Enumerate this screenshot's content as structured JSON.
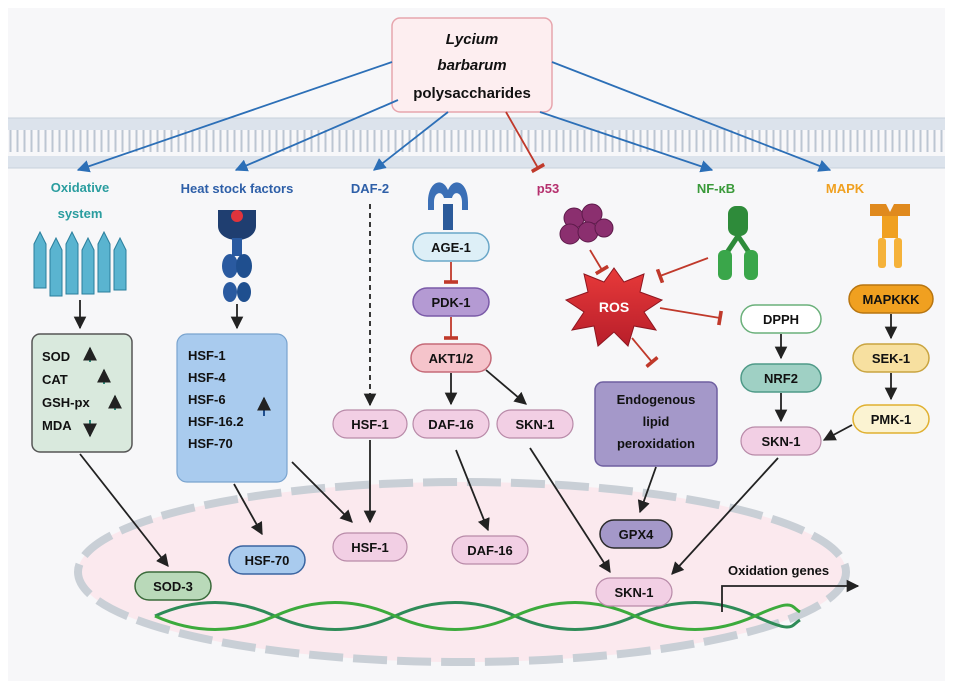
{
  "source": {
    "line1": "Lycium",
    "line2": "barbarum",
    "line3": "polysaccharides"
  },
  "pathways": {
    "oxidative_line1": "Oxidative",
    "oxidative_line2": "system",
    "heat": "Heat stock factors",
    "daf2": "DAF-2",
    "p53": "p53",
    "nfkb": "NF-κB",
    "mapk": "MAPK"
  },
  "oxidative_markers": [
    "SOD",
    "CAT",
    "GSH-px",
    "MDA"
  ],
  "heat_markers": [
    "HSF-1",
    "HSF-4",
    "HSF-6",
    "HSF-16.2",
    "HSF-70"
  ],
  "nodes": {
    "age1": "AGE-1",
    "pdk1": "PDK-1",
    "akt": "AKT1/2",
    "hsf1_cyt": "HSF-1",
    "daf16_cyt": "DAF-16",
    "skn1_cyt": "SKN-1",
    "ros": "ROS",
    "lipid_line1": "Endogenous",
    "lipid_line2": "lipid",
    "lipid_line3": "peroxidation",
    "dpph": "DPPH",
    "nrf2": "NRF2",
    "skn1_nrf": "SKN-1",
    "mapkkk": "MAPKKK",
    "sek1": "SEK-1",
    "pmk1": "PMK-1",
    "sod3": "SOD-3",
    "hsf70_nuc": "HSF-70",
    "hsf1_nuc": "HSF-1",
    "daf16_nuc": "DAF-16",
    "gpx4": "GPX4",
    "skn1_nuc": "SKN-1",
    "oxidation_genes": "Oxidation genes"
  },
  "colors": {
    "pathway_teal": "#2a9d9f",
    "pathway_blue": "#2e5fa8",
    "pathway_purple": "#b5306e",
    "pathway_green": "#3a9a3a",
    "pathway_orange": "#f0a020",
    "inhibit_red": "#c0392b",
    "activate_blue": "#2c6fb7"
  }
}
